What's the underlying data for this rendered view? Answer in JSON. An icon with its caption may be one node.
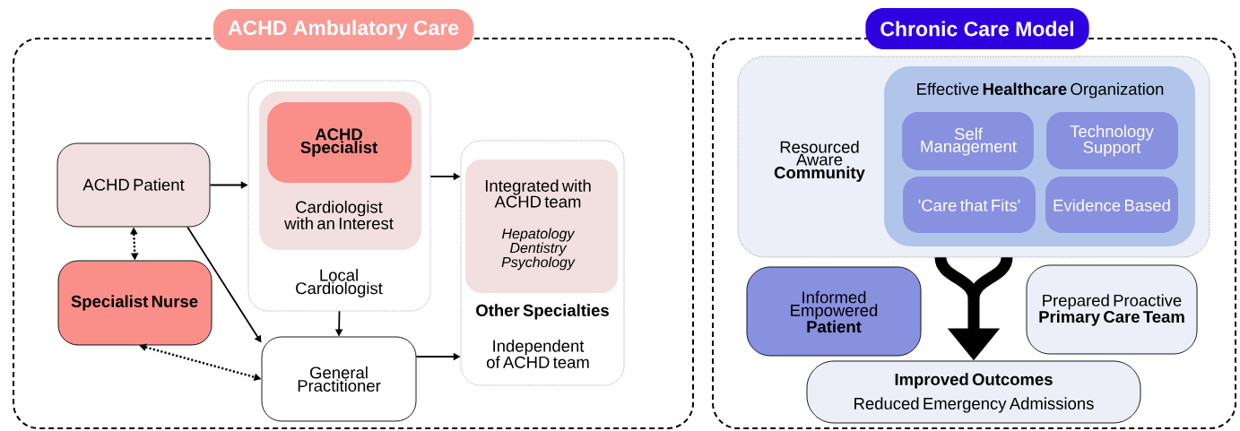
{
  "diagram": {
    "nodes": [
      {
        "text": [
          "ACHD Ambulatory Care"
        ]
      },
      {
        "text": [
          "ACHD Patient"
        ],
        "in": 0
      },
      {
        "text": [
          "Specialist Nurse"
        ],
        "in": 0
      },
      {
        "text": [
          "Local Cardiologist"
        ],
        "in": 0
      },
      {
        "text": [
          "Cardiologist with an Interest"
        ],
        "in": 3
      },
      {
        "text": [
          "ACHD Specialist"
        ],
        "in": 4
      },
      {
        "text": [
          "General Practitioner"
        ],
        "in": 0
      },
      {
        "text": [
          "Other Specialties",
          "Independent of ACHD team"
        ],
        "in": 0
      },
      {
        "text": [
          "Integrated with ACHD team",
          "Hepatology Dentistry Psychology"
        ],
        "in": 7
      },
      {
        "text": [
          "Chronic Care Model"
        ]
      },
      {
        "text": [
          "Resourced Aware **Community**"
        ],
        "in": 9
      },
      {
        "text": [
          "Effective **Healthcare** Organization"
        ],
        "in": 10
      },
      {
        "text": [
          "Self Management"
        ],
        "in": 11
      },
      {
        "text": [
          "Technology Support"
        ],
        "in": 11
      },
      {
        "text": [
          "'Care that Fits'"
        ],
        "in": 11
      },
      {
        "text": [
          "Evidence Based"
        ],
        "in": 11
      },
      {
        "text": [
          "Informed Empowered **Patient**"
        ],
        "in": 9
      },
      {
        "text": [
          "Prepared Proactive **Primary Care Team**"
        ],
        "in": 9
      },
      {
        "text": [
          "Improved Outcomes",
          "Reduced Emergency Admissions"
        ],
        "in": 9
      }
    ],
    "edges": [
      {
        "from": 1,
        "to": 3,
        "arrow": "to"
      },
      {
        "from": 1,
        "to": 2,
        "arrow": "both",
        "style": "dashed"
      },
      {
        "from": 1,
        "to": 6,
        "arrow": "to"
      },
      {
        "from": 3,
        "to": 7,
        "arrow": "to"
      },
      {
        "from": 3,
        "to": 6,
        "arrow": "to"
      },
      {
        "from": 2,
        "to": 6,
        "arrow": "both",
        "style": "dashed"
      },
      {
        "from": 6,
        "to": 7,
        "arrow": "to"
      },
      {
        "from": 10,
        "to": 18,
        "arrow": "to",
        "style": "thick"
      }
    ]
  }
}
